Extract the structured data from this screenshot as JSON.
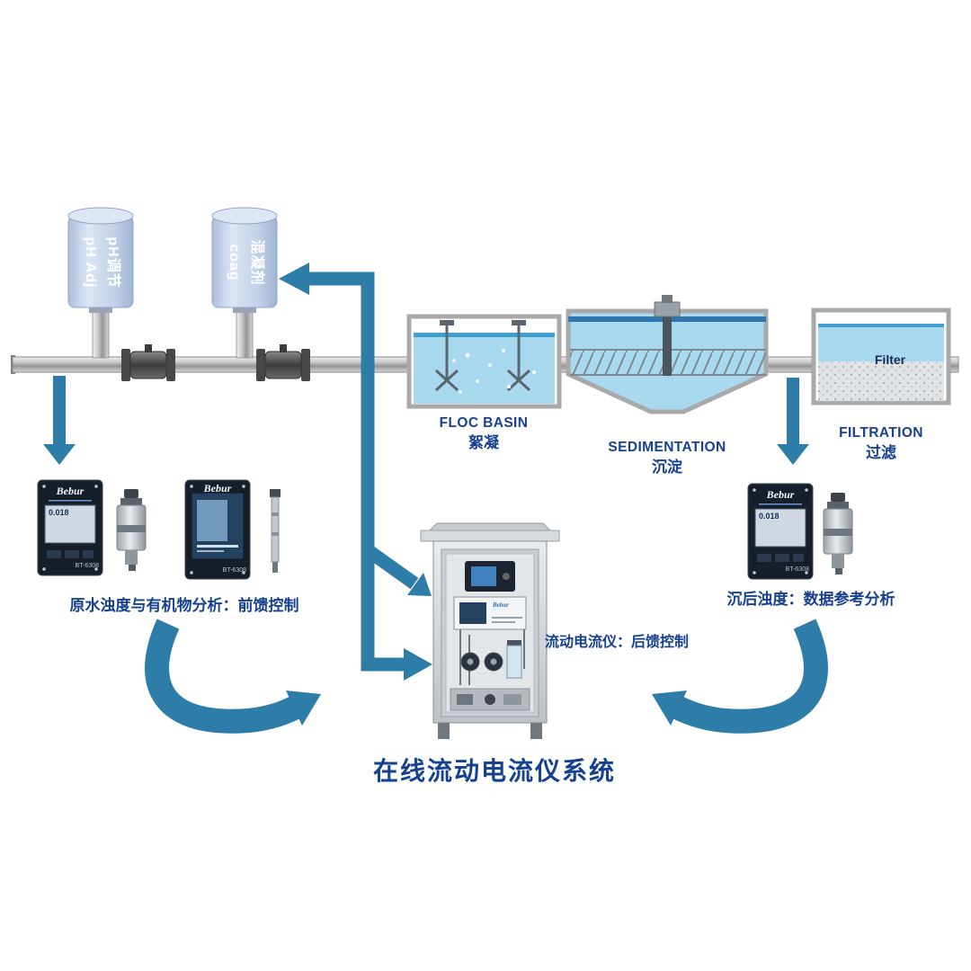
{
  "title": "在线流动电流仪系统",
  "tanks": {
    "ph": {
      "en": "pH Adj",
      "zh": "pH调节"
    },
    "coag": {
      "en": "coag",
      "zh": "混凝剂"
    }
  },
  "stages": {
    "floc": {
      "en": "FLOC BASIN",
      "zh": "絮凝"
    },
    "sed": {
      "en": "SEDIMENTATION",
      "zh": "沉淀"
    },
    "filt": {
      "en": "FILTRATION",
      "zh": "过滤",
      "media": "Filter"
    }
  },
  "annotations": {
    "left": "原水浊度与有机物分析：前馈控制",
    "center": "流动电流仪：后馈控制",
    "right": "沉后浊度：数据参考分析"
  },
  "devices": {
    "brand": "Bebur",
    "model": "BT-6308",
    "reading": "0.018"
  },
  "colors": {
    "arrow": "#2e7ca8",
    "label": "#16418f",
    "water": "#a9d9ef",
    "surface": "#3e9fd0"
  }
}
